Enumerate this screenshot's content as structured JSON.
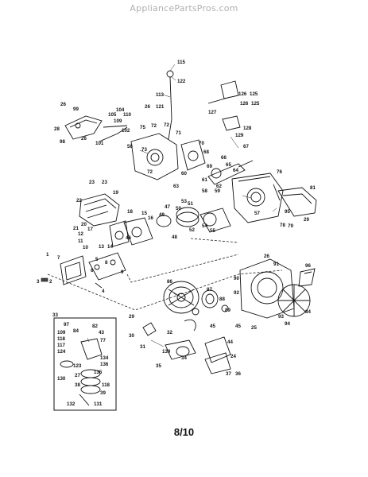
{
  "watermark": "AppliancePartsPros.com",
  "page_number": "8/10",
  "labels": {
    "p115": "115",
    "p122": "122",
    "p113": "113",
    "p121": "121",
    "p26a": "26",
    "p99": "99",
    "p104": "104",
    "p105": "105",
    "p110": "110",
    "p109": "109",
    "p102": "102",
    "p28": "28",
    "p98": "98",
    "p26b": "26",
    "p101": "101",
    "p26c": "26",
    "p75": "75",
    "p72a": "72",
    "p72b": "72",
    "p71": "71",
    "p56": "56",
    "p73": "73",
    "p72c": "72",
    "p127": "127",
    "p126": "126",
    "p125": "125",
    "p126b": "126",
    "p125b": "125",
    "p128": "128",
    "p129": "129",
    "p70": "70",
    "p68": "68",
    "p67": "67",
    "p66": "66",
    "p69": "69",
    "p65": "65",
    "p64": "64",
    "p60": "60",
    "p76": "76",
    "p63": "63",
    "p61": "61",
    "p62": "62",
    "p58": "58",
    "p59": "59",
    "p53": "53",
    "p23a": "23",
    "p23b": "23",
    "p19": "19",
    "p22": "22",
    "p20": "20",
    "p21": "21",
    "p47": "47",
    "p18": "18",
    "p15": "15",
    "p16": "16",
    "p49": "49",
    "p50": "50",
    "p51": "51",
    "p52": "52",
    "p54": "54",
    "p55": "55",
    "p57": "57",
    "p95": "95",
    "p81": "81",
    "p29": "29",
    "p78": "78",
    "p79": "79",
    "p12": "12",
    "p17": "17",
    "p11": "11",
    "p10": "10",
    "p13": "13",
    "p14": "14",
    "p46": "46",
    "p48": "48",
    "p7": "7",
    "p1": "1",
    "p5": "5",
    "p4": "4",
    "p2": "2",
    "p3": "3",
    "p6": "6",
    "p8": "8",
    "p9": "9",
    "p26d": "26",
    "p86": "86",
    "p87": "87",
    "p88": "88",
    "p89": "89",
    "p90": "90",
    "p91": "91",
    "p92": "92",
    "p96": "96",
    "p93": "93",
    "p94": "94",
    "p84": "84",
    "p33": "33",
    "p97": "97",
    "p84b": "84",
    "p82": "82",
    "p109b": "109",
    "p118": "118",
    "p117": "117",
    "p124": "124",
    "p43": "43",
    "p77": "77",
    "p123": "123",
    "p134": "134",
    "p130": "130",
    "p136": "136",
    "p27": "27",
    "p38": "38",
    "p118b": "118",
    "p39": "39",
    "p131": "131",
    "p132": "132",
    "p135": "135",
    "p29b": "29",
    "p30": "30",
    "p31": "31",
    "p32": "32",
    "p35": "35",
    "p34": "34",
    "p44": "44",
    "p24": "24",
    "p37": "37",
    "p36": "36",
    "p45a": "45",
    "p45b": "45",
    "p139": "139",
    "p25": "25"
  }
}
